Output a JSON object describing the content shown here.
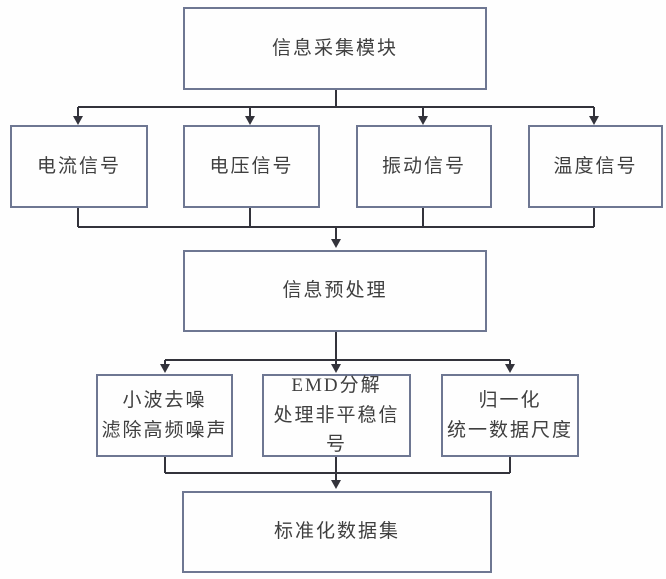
{
  "colors": {
    "box_border": "#6e7792",
    "connector_line": "#33333b",
    "text": "#3f3f3f",
    "background": "#fefefe"
  },
  "flowchart": {
    "top": {
      "label": "信息采集模块"
    },
    "signals": [
      {
        "label": "电流信号"
      },
      {
        "label": "电压信号"
      },
      {
        "label": "振动信号"
      },
      {
        "label": "温度信号"
      }
    ],
    "preprocess": {
      "label": "信息预处理"
    },
    "methods": [
      {
        "line1": "小波去噪",
        "line2": "滤除高频噪声"
      },
      {
        "line1": "EMD分解",
        "line2": "处理非平稳信号"
      },
      {
        "line1": "归一化",
        "line2": "统一数据尺度"
      }
    ],
    "output": {
      "label": "标准化数据集"
    }
  }
}
